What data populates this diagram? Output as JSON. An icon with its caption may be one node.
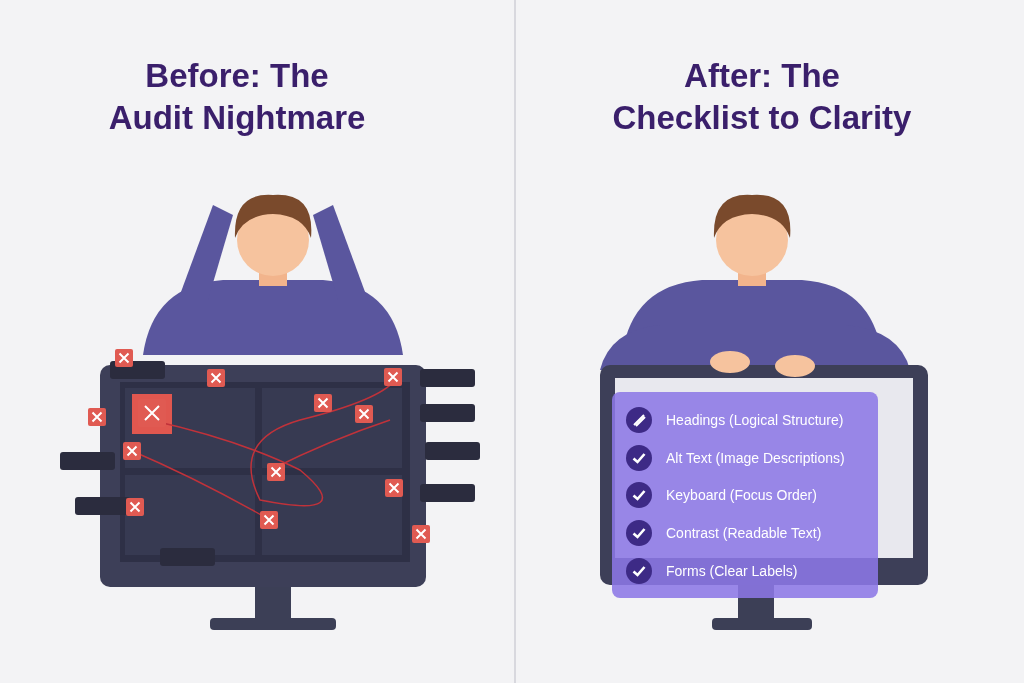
{
  "diagram": {
    "labels": [
      "Before: The Audit Nightmare",
      "After: The Checklist to Clarity",
      "Headings (Logical Structure)",
      "Alt Text (Image Descriptions)",
      "Keyboard (Focus Order)",
      "Contrast (Readable Text)",
      "Forms (Clear Labels)"
    ]
  }
}
